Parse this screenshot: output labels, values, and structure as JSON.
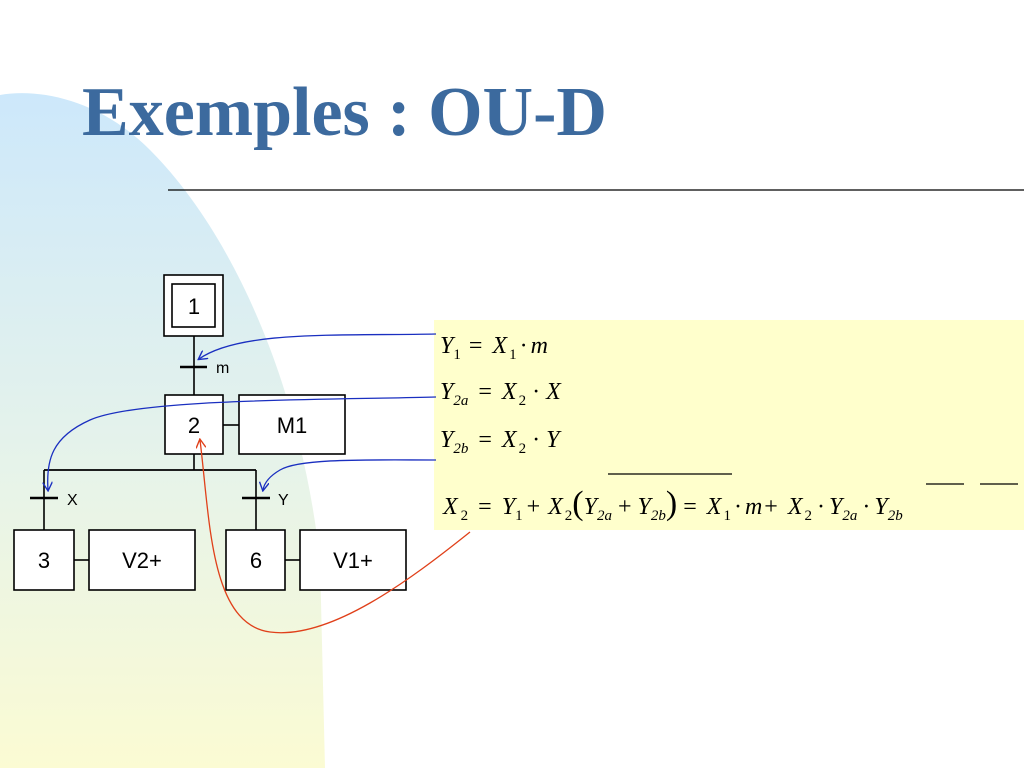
{
  "slide": {
    "title": "Exemples : OU-D",
    "colors": {
      "title": "#3c6a9e",
      "equation_box": "#ffffcc",
      "blue_arrow": "#1a2fc0",
      "red_arrow": "#e0401a",
      "background_blob_top": "#cfe9fb",
      "background_blob_bottom": "#fbfbd5"
    }
  },
  "grafcet": {
    "initial_step": "1",
    "transition_1": "m",
    "step_2": "2",
    "step_2_action": "M1",
    "transition_x": "X",
    "transition_y": "Y",
    "step_3": "3",
    "step_3_action": "V2+",
    "step_6": "6",
    "step_6_action": "V1+"
  },
  "equations": {
    "eq1": {
      "lhs": "Y",
      "lhs_sub": "1",
      "eq": "=",
      "t1": "X",
      "t1_sub": "1",
      "dot": "·",
      "t2": "m"
    },
    "eq2": {
      "lhs": "Y",
      "lhs_sub": "2a",
      "eq": "=",
      "t1": "X",
      "t1_sub": "2",
      "dot": "·",
      "t2": "X"
    },
    "eq3": {
      "lhs": "Y",
      "lhs_sub": "2b",
      "eq": "=",
      "t1": "X",
      "t1_sub": "2",
      "dot": "·",
      "t2": "Y"
    },
    "eq4": {
      "lhs": "X",
      "lhs_sub": "2",
      "eq": "=",
      "y": "Y",
      "y_sub": "1",
      "plus": "+",
      "x": "X",
      "x_sub": "2",
      "open_paren": "(",
      "a": "Y",
      "a_sub": "2a",
      "plus2": "+",
      "b": "Y",
      "b_sub": "2b",
      "close_paren": ")",
      "eq2": "=",
      "r_x1": "X",
      "r_x1_sub": "1",
      "dot": "·",
      "r_m": "m",
      "plus3": "+",
      "r_x2": "X",
      "r_x2_sub": "2",
      "dot2": "·",
      "r_a": "Y",
      "r_a_sub": "2a",
      "dot3": "·",
      "r_b": "Y",
      "r_b_sub": "2b"
    }
  }
}
